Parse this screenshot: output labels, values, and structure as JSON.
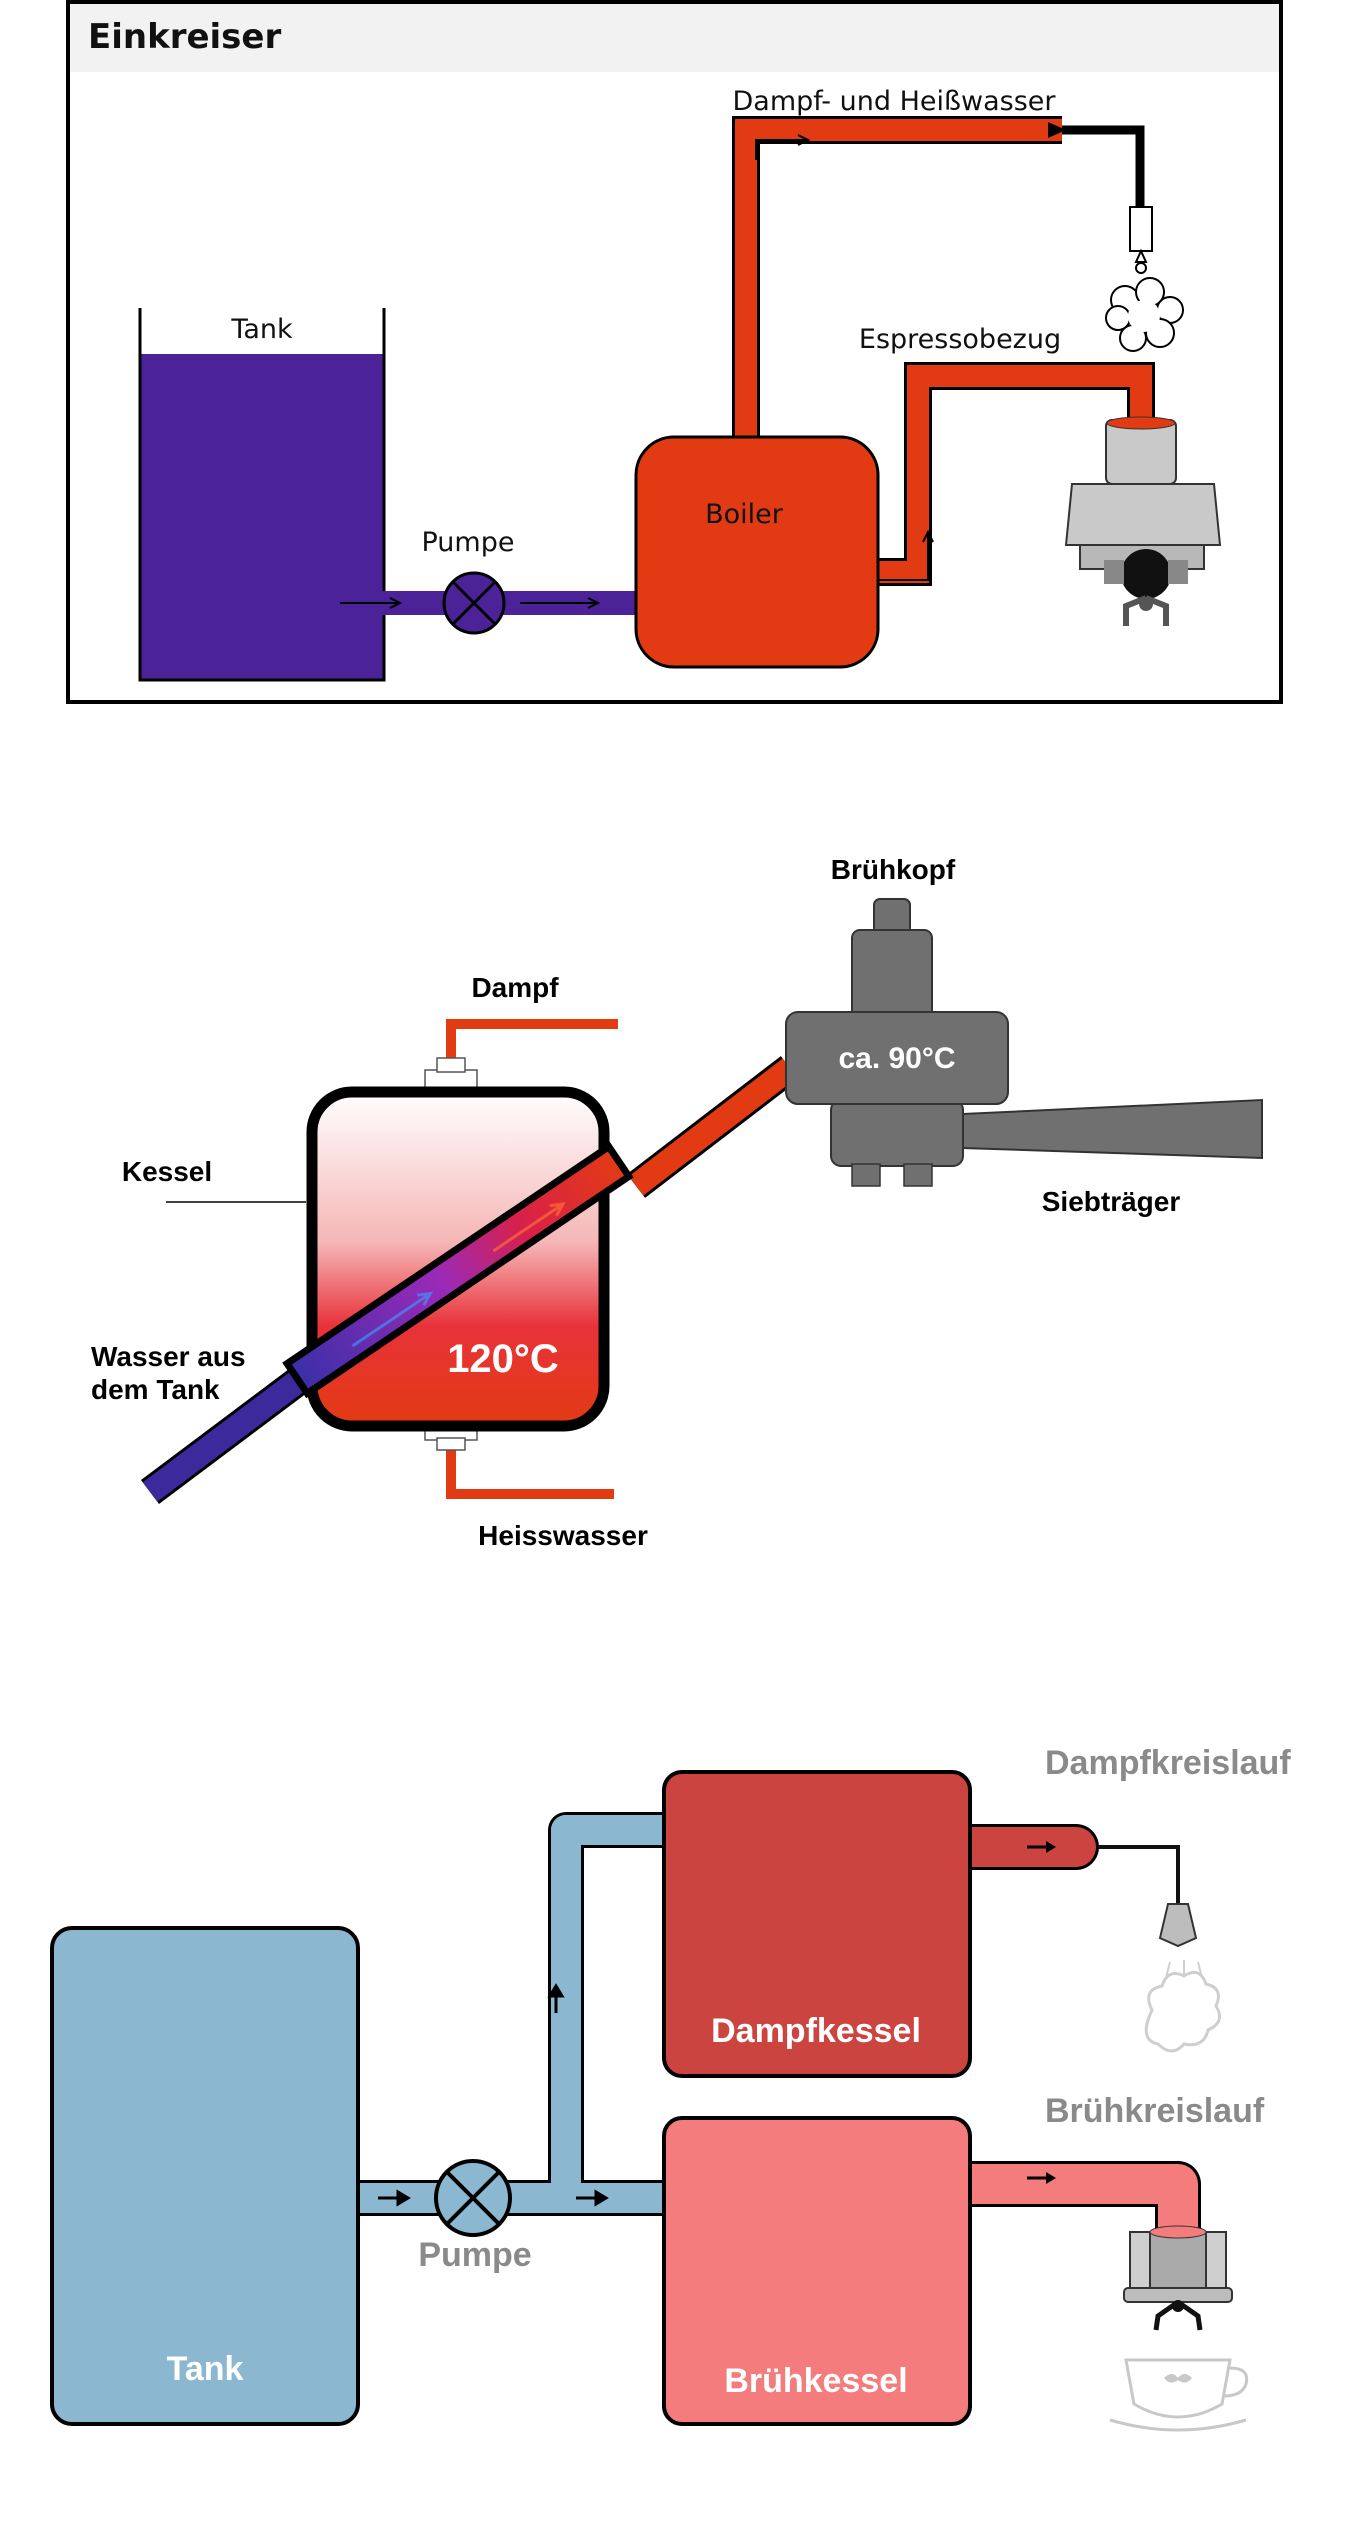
{
  "diagram1": {
    "title": "Einkreiser",
    "labels": {
      "tank": "Tank",
      "pump": "Pumpe",
      "boiler": "Boiler",
      "steam": "Dampf- und Heißwasser",
      "espresso": "Espressobezug"
    },
    "colors": {
      "water": "#4b2297",
      "hot": "#e23b14",
      "frame": "#000000",
      "title_bar": "#f2f2f2"
    }
  },
  "diagram2": {
    "labels": {
      "brewhead": "Brühkopf",
      "steam": "Dampf",
      "kettle": "Kessel",
      "portafilter": "Siebträger",
      "water_from_tank_line1": "Wasser aus",
      "water_from_tank_line2": "dem Tank",
      "hot_water": "Heisswasser",
      "kettle_temp": "120°C",
      "head_temp": "ca. 90°C"
    },
    "colors": {
      "hot": "#e23b14",
      "cold": "#3c2a9c",
      "head": "#707070"
    }
  },
  "diagram3": {
    "labels": {
      "steam_circuit": "Dampfkreislauf",
      "steam_boiler": "Dampfkessel",
      "brew_circuit": "Brühkreislauf",
      "pump": "Pumpe",
      "tank": "Tank",
      "brew_boiler": "Brühkessel"
    },
    "colors": {
      "water": "#8bb8d0",
      "steam_boiler": "#cc4440",
      "brew_boiler": "#f47c7c",
      "label_grey": "#8a8a8a"
    }
  }
}
